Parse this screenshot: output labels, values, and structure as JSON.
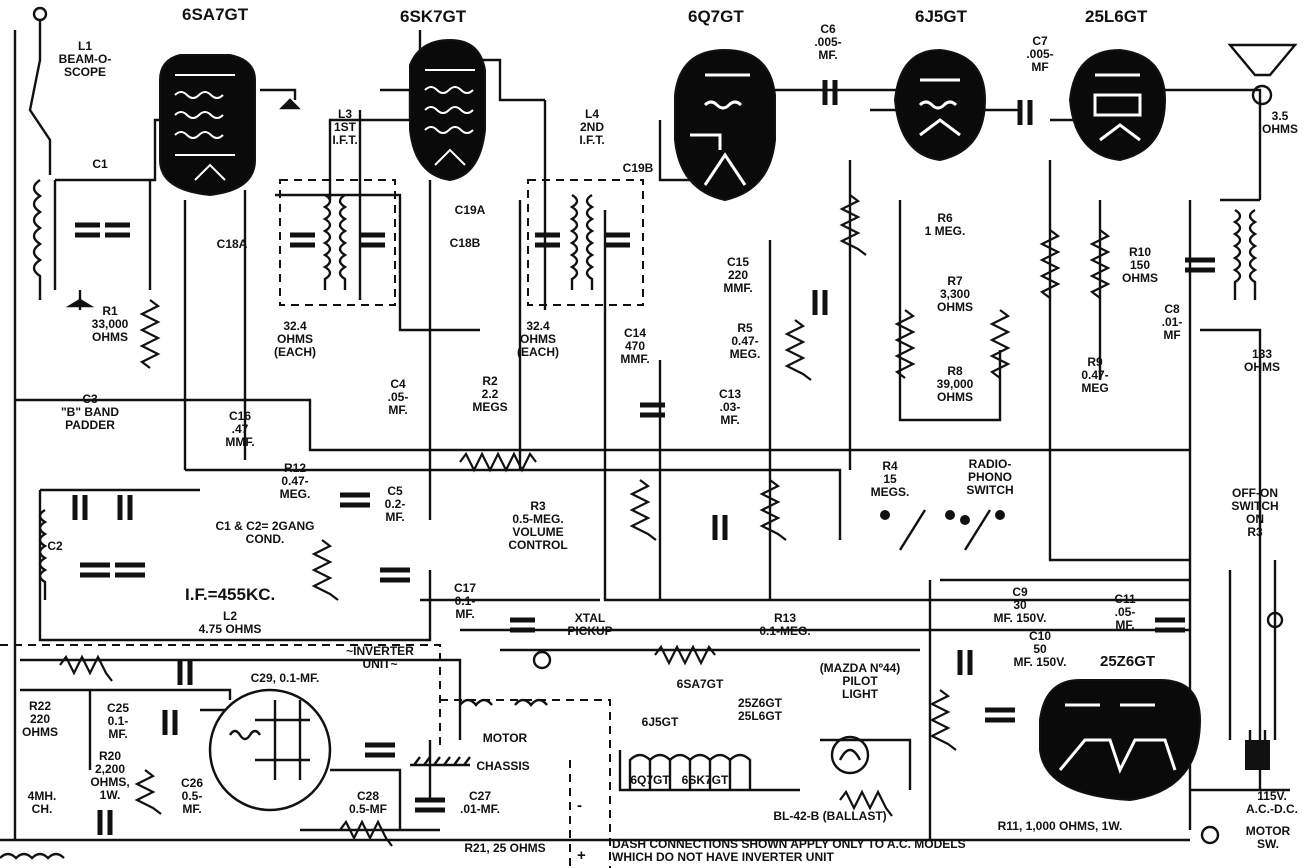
{
  "tubes": [
    {
      "id": "6SA7GT",
      "label": "6SA7GT"
    },
    {
      "id": "6SK7GT",
      "label": "6SK7GT"
    },
    {
      "id": "6Q7GT",
      "label": "6Q7GT"
    },
    {
      "id": "6J5GT",
      "label": "6J5GT"
    },
    {
      "id": "25L6GT",
      "label": "25L6GT"
    },
    {
      "id": "25Z6GT",
      "label": "25Z6GT"
    }
  ],
  "labels": {
    "l1": [
      "L1",
      "BEAM-O-",
      "SCOPE"
    ],
    "c1": [
      "C1"
    ],
    "r1": [
      "R1",
      "33,000",
      "OHMS"
    ],
    "c3": [
      "C3",
      "\"B\" BAND",
      "PADDER"
    ],
    "c16": [
      "C16",
      ".47",
      "MMF."
    ],
    "c2": [
      "C2"
    ],
    "if_freq": [
      "I.F.=455KC."
    ],
    "l2": [
      "L2",
      "4.75 OHMS"
    ],
    "l3": [
      "L3",
      "1ST",
      "I.F.T."
    ],
    "c18a": [
      "C18A"
    ],
    "c18b": [
      "C18B"
    ],
    "ohms324a": [
      "32.4",
      "OHMS",
      "(EACH)"
    ],
    "c4": [
      "C4",
      ".05-",
      "MF."
    ],
    "r12": [
      "R12",
      "0.47-",
      "MEG."
    ],
    "c5": [
      "C5",
      "0.2-",
      "MF."
    ],
    "gang": [
      "C1 & C2= 2GANG",
      "COND."
    ],
    "l4": [
      "L4",
      "2ND",
      "I.F.T."
    ],
    "c19a": [
      "C19A"
    ],
    "c19b": [
      "C19B"
    ],
    "ohms324b": [
      "32.4",
      "OHMS",
      "(EACH)"
    ],
    "r2": [
      "R2",
      "2.2",
      "MEGS"
    ],
    "c14": [
      "C14",
      "470",
      "MMF."
    ],
    "c13": [
      "C13",
      ".03-",
      "MF."
    ],
    "r3": [
      "R3",
      "0.5-MEG.",
      "VOLUME",
      "CONTROL"
    ],
    "c6": [
      "C6",
      ".005-",
      "MF."
    ],
    "c15": [
      "C15",
      "220",
      "MMF."
    ],
    "r5": [
      "R5",
      "0.47-",
      "MEG."
    ],
    "r6": [
      "R6",
      "1 MEG."
    ],
    "r7": [
      "R7",
      "3,300",
      "OHMS"
    ],
    "r8": [
      "R8",
      "39,000",
      "OHMS"
    ],
    "r4": [
      "R4",
      "15",
      "MEGS."
    ],
    "radiophono": [
      "RADIO-",
      "PHONO",
      "SWITCH"
    ],
    "c7": [
      "C7",
      ".005-",
      "MF"
    ],
    "r10": [
      "R10",
      "150",
      "OHMS"
    ],
    "r9": [
      "R9",
      "0.47-",
      "MEG"
    ],
    "c8": [
      "C8",
      ".01-",
      "MF"
    ],
    "spk": [
      "3.5",
      "OHMS"
    ],
    "ohms133": [
      "133",
      "OHMS"
    ],
    "offon": [
      "OFF-ON",
      "SWITCH",
      "ON",
      "R3"
    ],
    "c17": [
      "C17",
      "0.1-",
      "MF."
    ],
    "xtal": [
      "XTAL",
      "PICKUP"
    ],
    "r13": [
      "R13",
      "0.1-MEG."
    ],
    "inverter": [
      "~INVERTER",
      "UNIT~"
    ],
    "c29": [
      "C29, 0.1-MF."
    ],
    "r22": [
      "R22",
      "220",
      "OHMS"
    ],
    "c25": [
      "C25",
      "0.1-",
      "MF."
    ],
    "r20": [
      "R20",
      "2,200",
      "OHMS,",
      "1W."
    ],
    "c26": [
      "C26",
      "0.5-",
      "MF."
    ],
    "ch": [
      "4MH.",
      "CH."
    ],
    "motor": [
      "MOTOR"
    ],
    "chassis": [
      "CHASSIS"
    ],
    "c28": [
      "C28",
      "0.5-MF"
    ],
    "c27": [
      "C27",
      ".01-MF."
    ],
    "r21": [
      "R21, 25 OHMS"
    ],
    "heaters": [
      "6SA7GT",
      "6J5GT",
      "25Z6GT",
      "25L6GT",
      "6Q7GT",
      "6SK7GT"
    ],
    "pilot": [
      "(MAZDA Nº44)",
      "PILOT",
      "LIGHT"
    ],
    "ballast": [
      "BL-42-B (BALLAST)"
    ],
    "c9": [
      "C9",
      "30",
      "MF. 150V."
    ],
    "c10": [
      "C10",
      "50",
      "MF. 150V."
    ],
    "c11": [
      "C11",
      ".05-",
      "MF."
    ],
    "rect": [
      "25Z6GT"
    ],
    "r11": [
      "R11, 1,000 OHMS, 1W."
    ],
    "line": [
      "115V.",
      "A.C.-D.C."
    ],
    "motorsw": [
      "MOTOR",
      "SW."
    ],
    "note": [
      "DASH CONNECTIONS SHOWN APPLY ONLY TO A.C. MODELS",
      "WHICH DO NOT HAVE INVERTER UNIT"
    ],
    "plusminus": [
      "+",
      "-"
    ]
  }
}
